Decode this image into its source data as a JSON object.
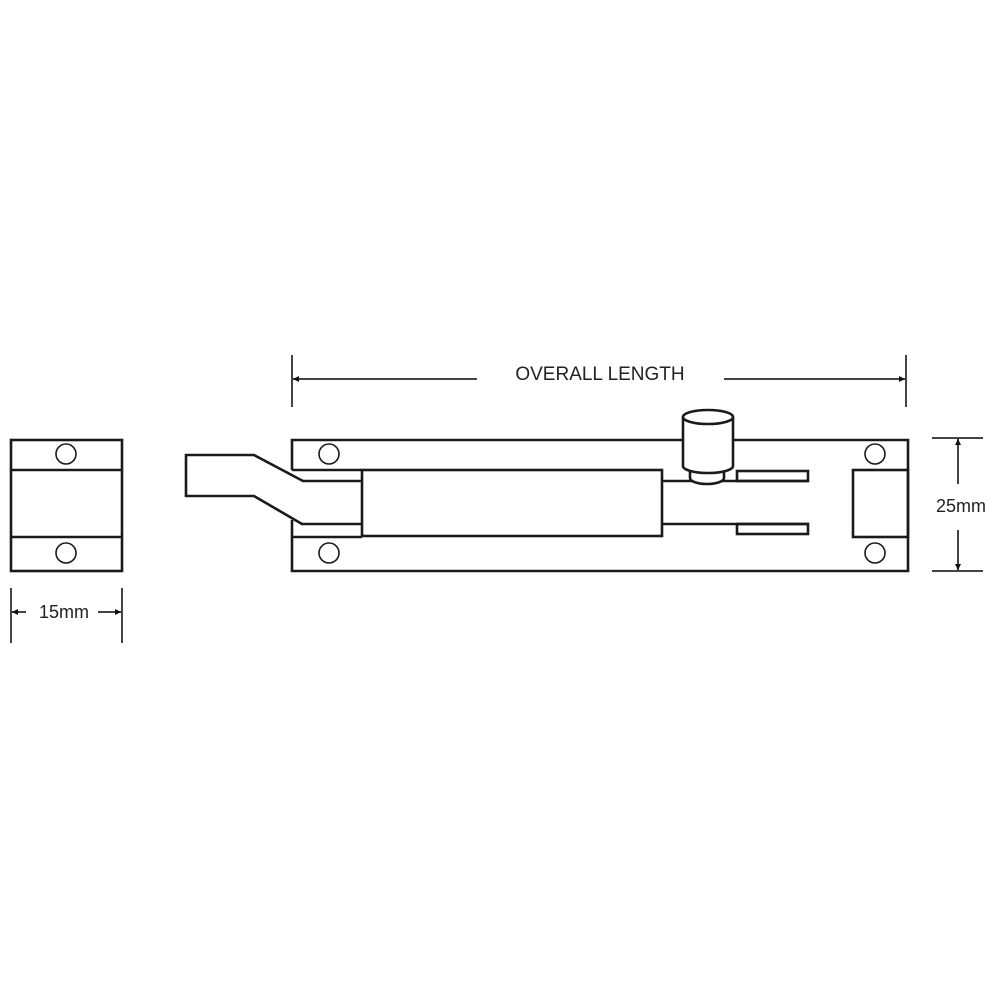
{
  "figure": {
    "subject": "Tower bolt technical drawing",
    "views": [
      "end-view",
      "front-view"
    ],
    "line_color": "#1a1a1a",
    "background": "#ffffff"
  },
  "dimensions": {
    "overall_length": {
      "label": "OVERALL LENGTH"
    },
    "height": {
      "label": "25mm"
    },
    "width": {
      "label": "15mm"
    }
  }
}
